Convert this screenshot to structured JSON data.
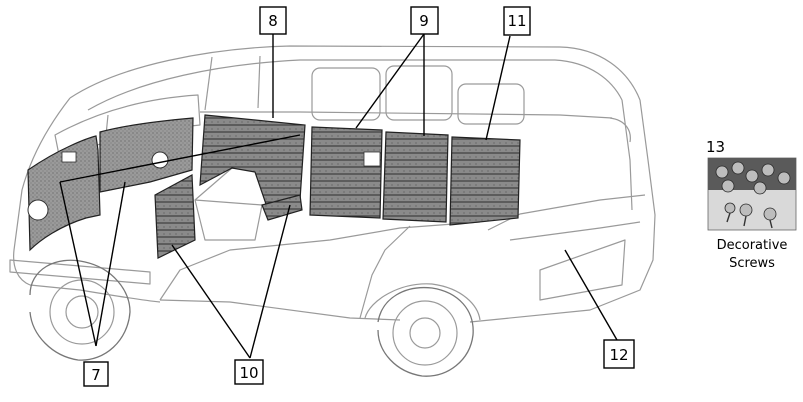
{
  "callouts": {
    "c7": "7",
    "c8": "8",
    "c9": "9",
    "c10": "10",
    "c11": "11",
    "c12": "12"
  },
  "thumbnail": {
    "number": "13",
    "caption_line1": "Decorative",
    "caption_line2": "Screws"
  },
  "colors": {
    "panel_fill": "#8c8c8c",
    "outline": "#9a9a9a",
    "leader": "#000000"
  },
  "icons": [
    "bus-outline-drawing",
    "screws-photo-icon"
  ]
}
